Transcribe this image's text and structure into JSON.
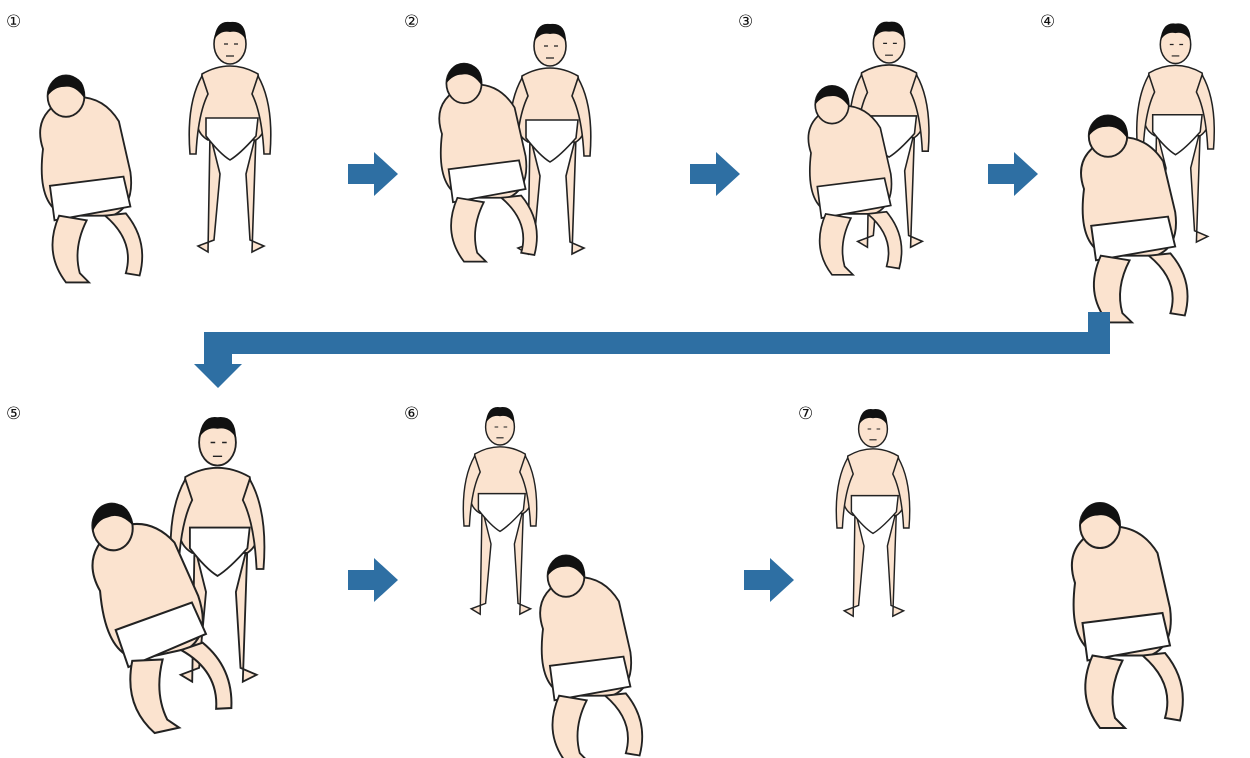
{
  "steps": [
    {
      "label": "①"
    },
    {
      "label": "②"
    },
    {
      "label": "③"
    },
    {
      "label": "④"
    },
    {
      "label": "⑤"
    },
    {
      "label": "⑥"
    },
    {
      "label": "⑦"
    }
  ],
  "colors": {
    "arrow": "#2e6fa3",
    "skin": "#fbe3cf",
    "mawashi": "#ffffff",
    "hair": "#111111",
    "outline": "#222222"
  },
  "icons": {
    "arrow": "right-arrow-icon",
    "connector": "elbow-down-arrow-icon",
    "figure": "sumo-wrestler-icon"
  }
}
